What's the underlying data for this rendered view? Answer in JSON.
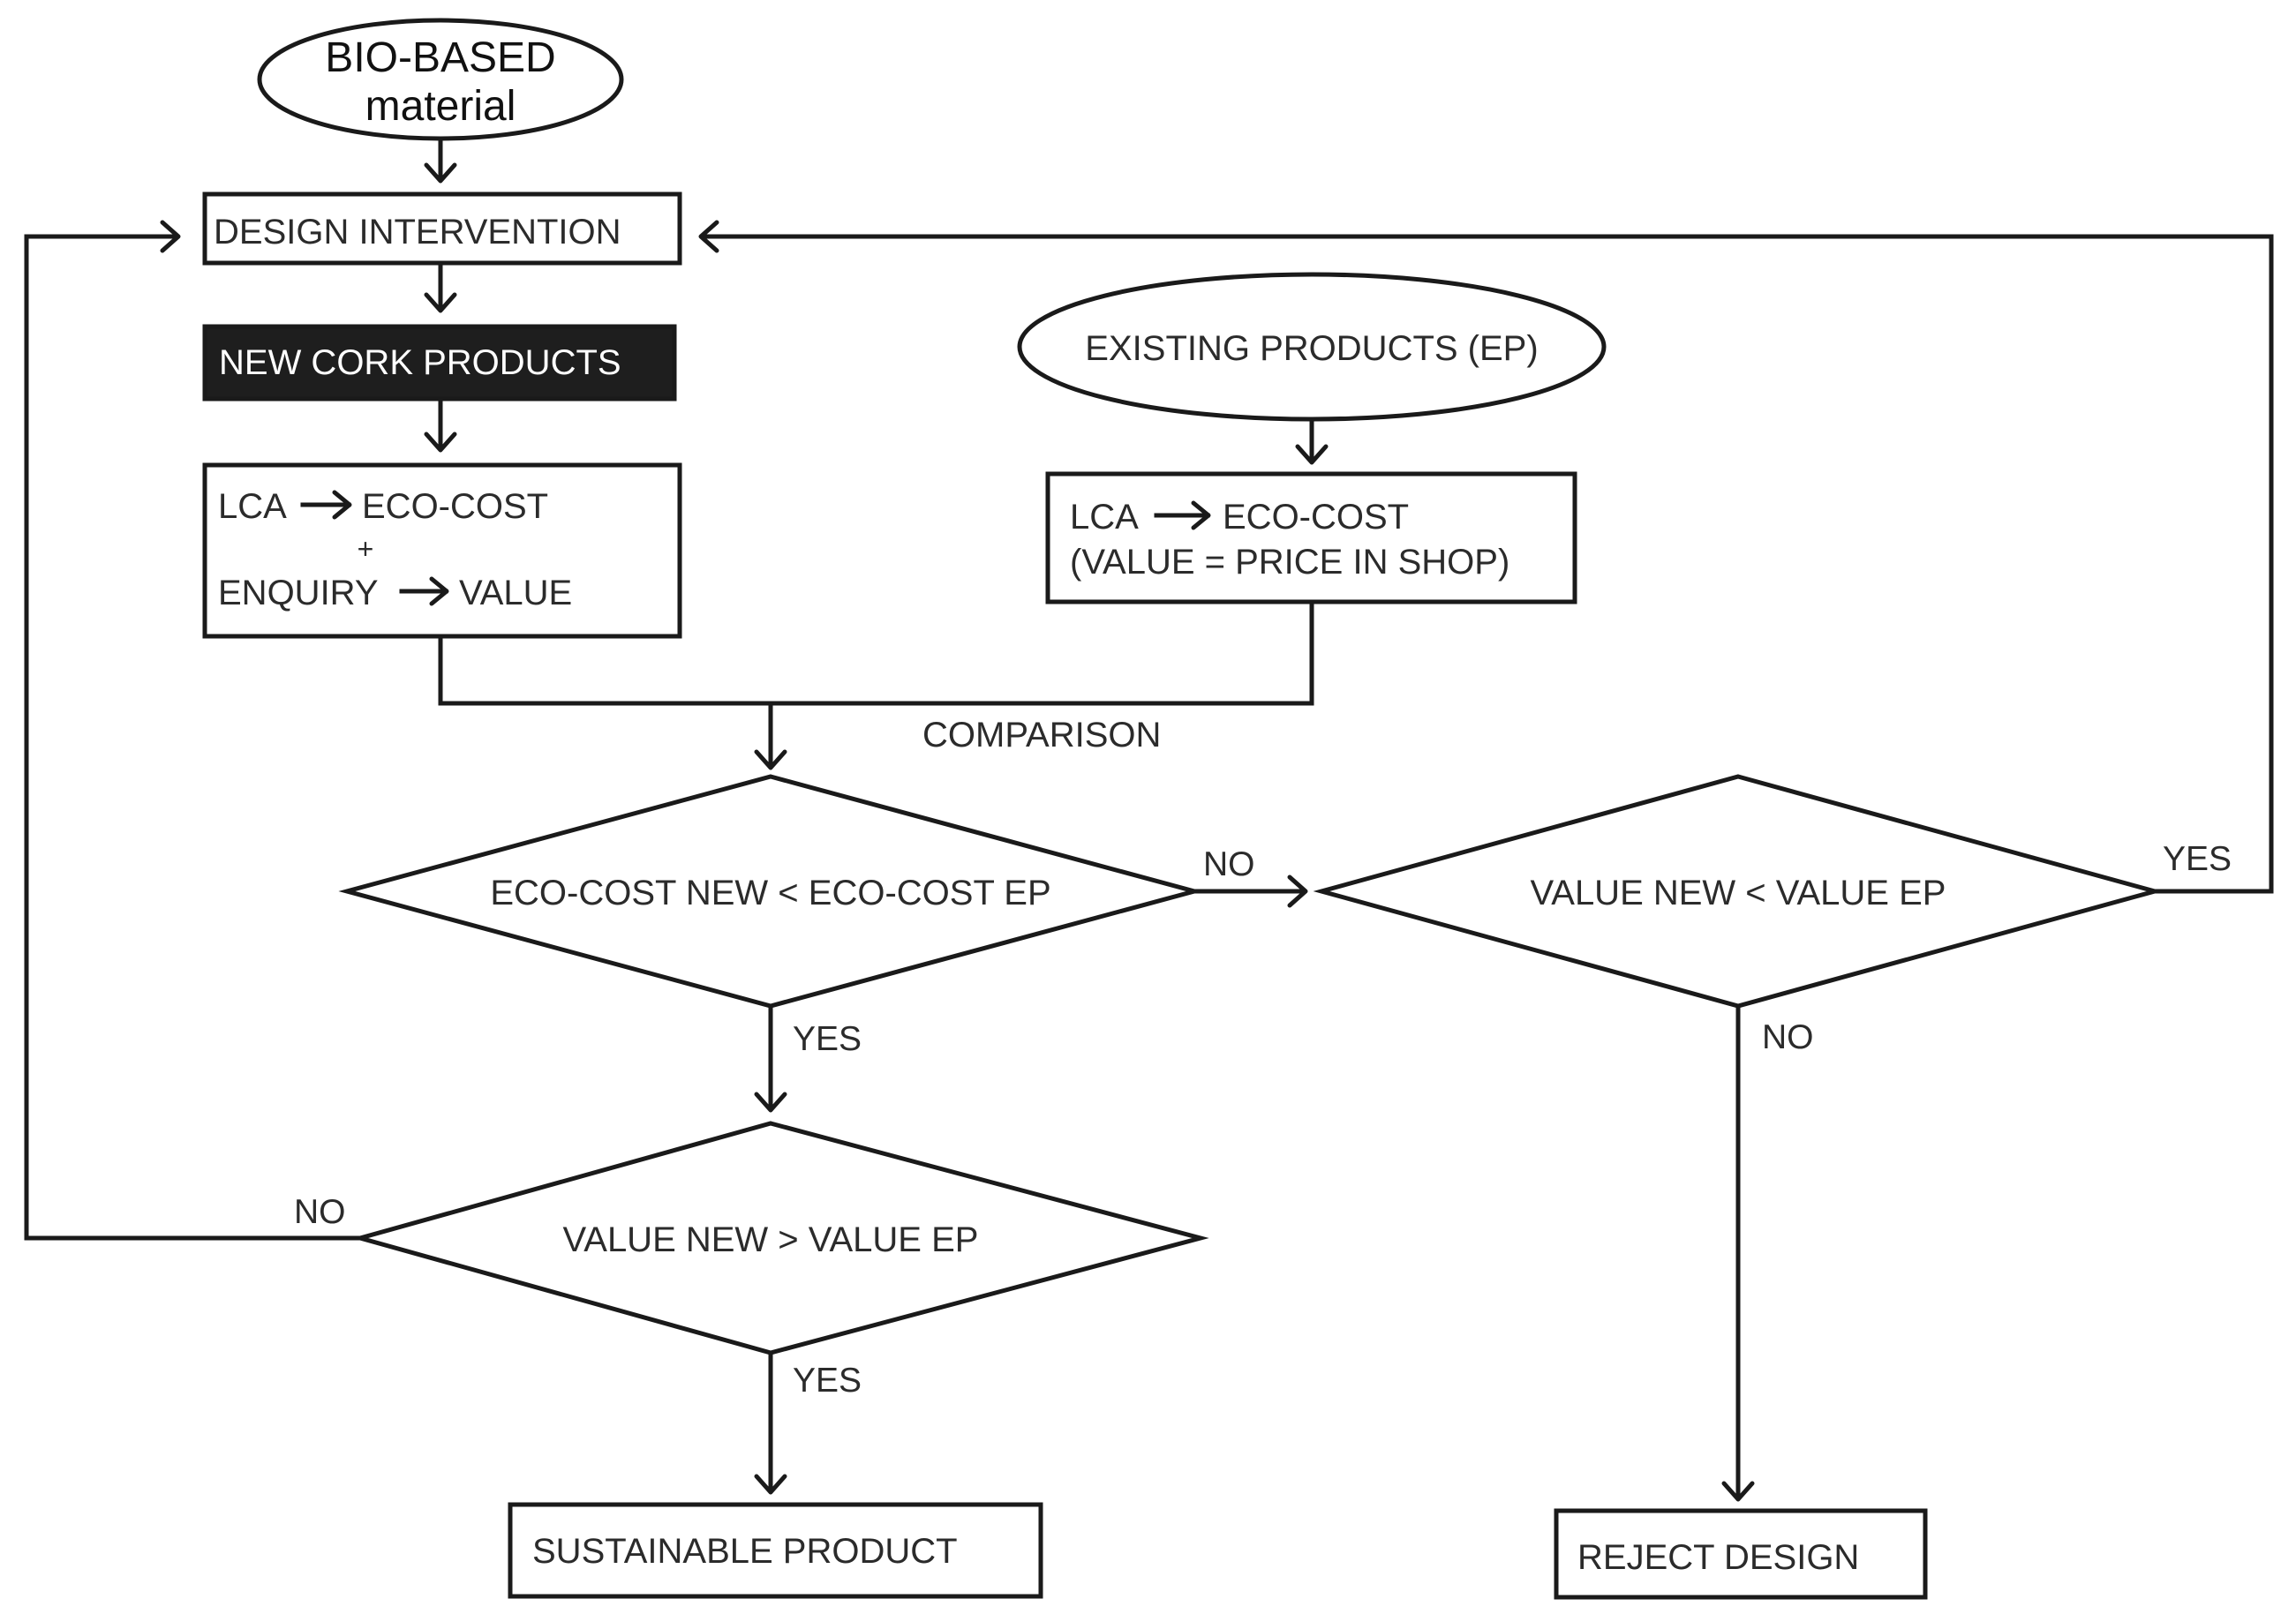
{
  "nodes": {
    "bio_based": {
      "line1": "BIO-BASED",
      "line2": "material"
    },
    "design_intervention": "DESIGN INTERVENTION",
    "new_cork_products": "NEW CORK PRODUCTS",
    "lca_new": {
      "line1_a": "LCA",
      "line1_b": "ECO-COST",
      "plus": "+",
      "line2_a": "ENQUIRY",
      "line2_b": "VALUE"
    },
    "existing_products": "EXISTING PRODUCTS (EP)",
    "lca_ep": {
      "line1_a": "LCA",
      "line1_b": "ECO-COST",
      "line2": "(VALUE = PRICE IN SHOP)"
    },
    "comparison": "COMPARISON",
    "decision_ecocost": "ECO-COST NEW < ECO-COST EP",
    "decision_value_less": "VALUE NEW < VALUE EP",
    "decision_value_greater": "VALUE NEW > VALUE EP",
    "sustainable_product": "SUSTAINABLE PRODUCT",
    "reject_design": "REJECT DESIGN"
  },
  "edge_labels": {
    "ecocost_no": "NO",
    "ecocost_yes": "YES",
    "value_less_yes": "YES",
    "value_less_no": "NO",
    "value_greater_no": "NO",
    "value_greater_yes": "YES"
  },
  "colors": {
    "stroke": "#1a1a1a",
    "text": "#2b2b2b",
    "dark_fill": "#1e1e1e",
    "background": "#ffffff"
  }
}
